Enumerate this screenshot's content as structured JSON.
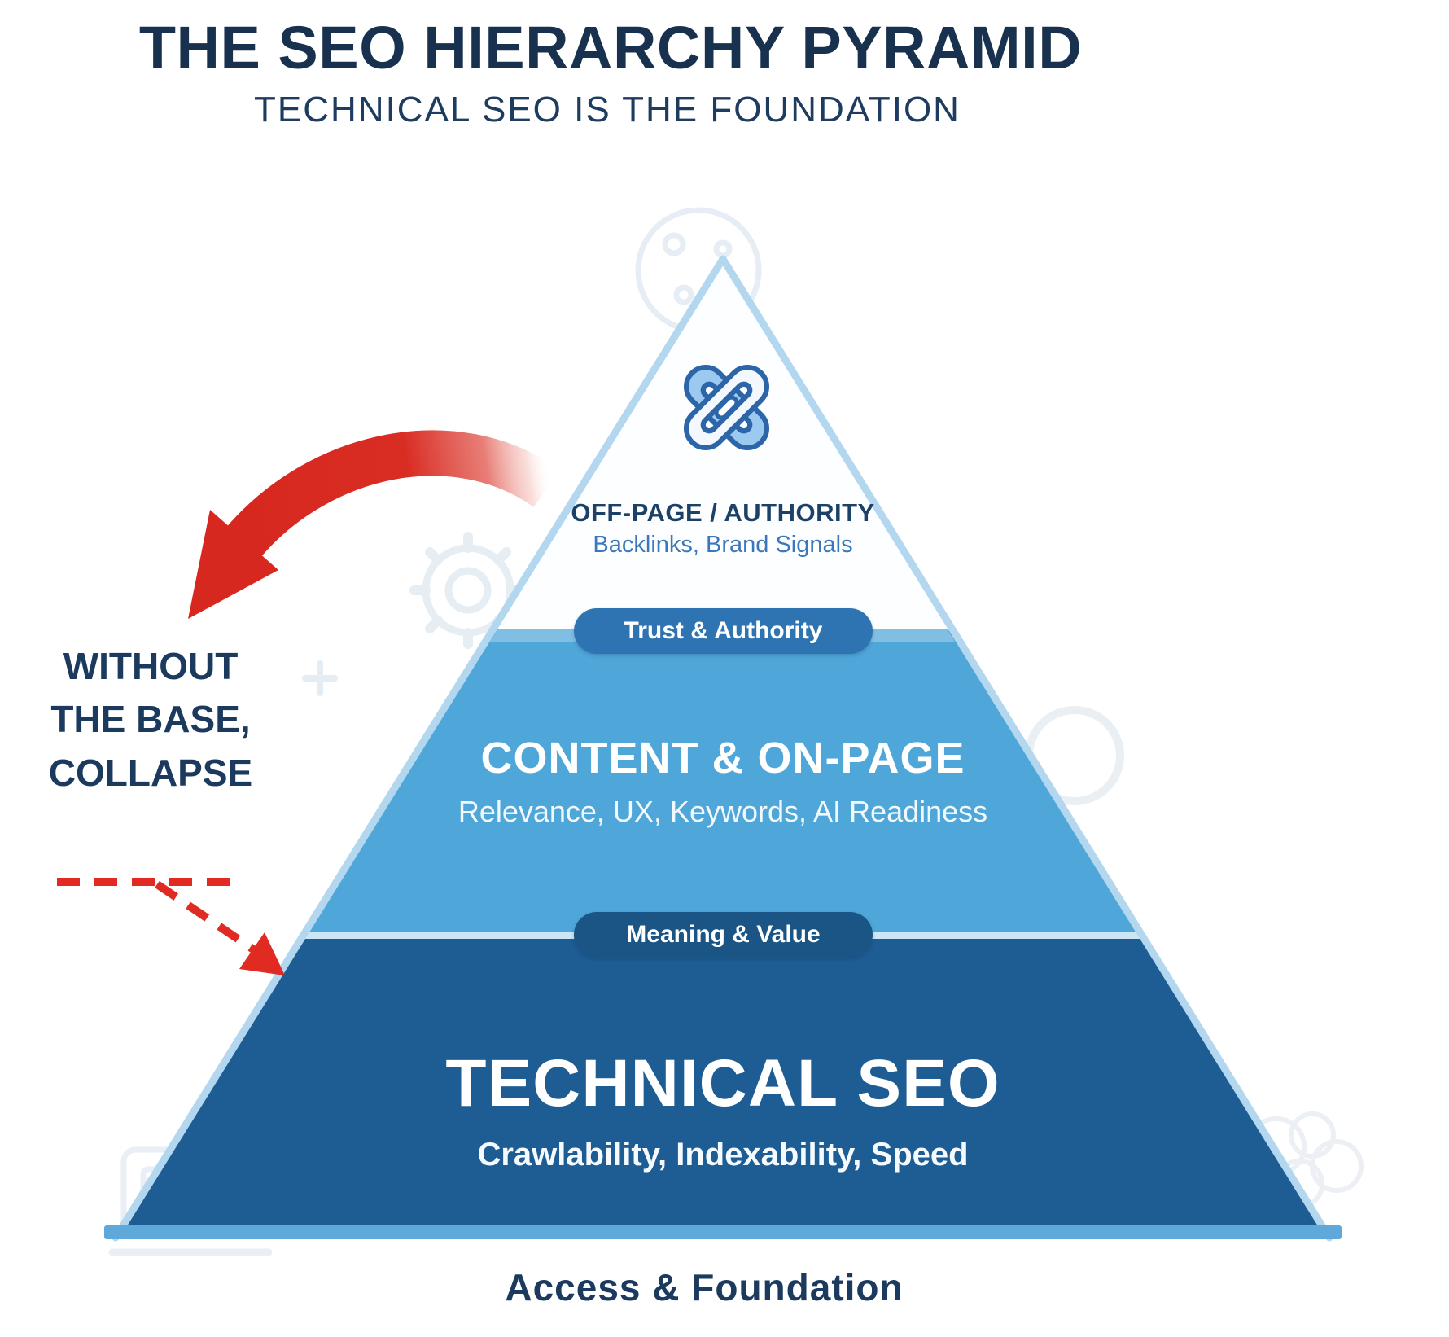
{
  "header": {
    "title": "THE SEO HIERARCHY PYRAMID",
    "subtitle": "TECHNICAL SEO IS THE FOUNDATION"
  },
  "pyramid": {
    "tiers": [
      {
        "id": "top",
        "label": "OFF-PAGE / AUTHORITY",
        "sublabel": "Backlinks, Brand Signals",
        "color": "#ffffff"
      },
      {
        "id": "middle",
        "label": "CONTENT & ON-PAGE",
        "sublabel": "Relevance, UX, Keywords, AI Readiness",
        "color": "#4fa6d8"
      },
      {
        "id": "bottom",
        "label": "TECHNICAL SEO",
        "sublabel": "Crawlability, Indexability, Speed",
        "color": "#1e5c94"
      }
    ],
    "dividers": [
      {
        "label": "Trust & Authority",
        "color": "#2e74b2"
      },
      {
        "label": "Meaning & Value",
        "color": "#1a5585"
      }
    ],
    "base_label": "Access & Foundation"
  },
  "annotation": {
    "lines": [
      "WITHOUT",
      "THE BASE,",
      "COLLAPSE"
    ],
    "full_text": "WITHOUT THE BASE, COLLAPSE"
  },
  "icons": {
    "chain_link": "chain-link-icon",
    "planet": "planet-icon",
    "gear": "gear-icon",
    "sparkle": "sparkle-icon",
    "magnifier": "magnifier-icon",
    "laptop": "laptop-icon",
    "brain": "brain-icon",
    "curved_arrow": "curved-red-arrow-icon",
    "dashed_arrow": "dashed-red-arrow-icon"
  },
  "colors": {
    "title_navy": "#17314f",
    "accent_red": "#d7281f",
    "tier_top": "#fdfeff",
    "tier_middle": "#4fa6d8",
    "tier_bottom": "#1e5c94",
    "pyramid_border": "#b3d7ef",
    "base_bar": "#5fa8da",
    "divider_line": "#cde6f5",
    "pill_trust": "#2e74b2",
    "pill_meaning": "#1a5585",
    "link_icon_outline": "#2c66a9",
    "faint_icon": "#e7edf4"
  }
}
